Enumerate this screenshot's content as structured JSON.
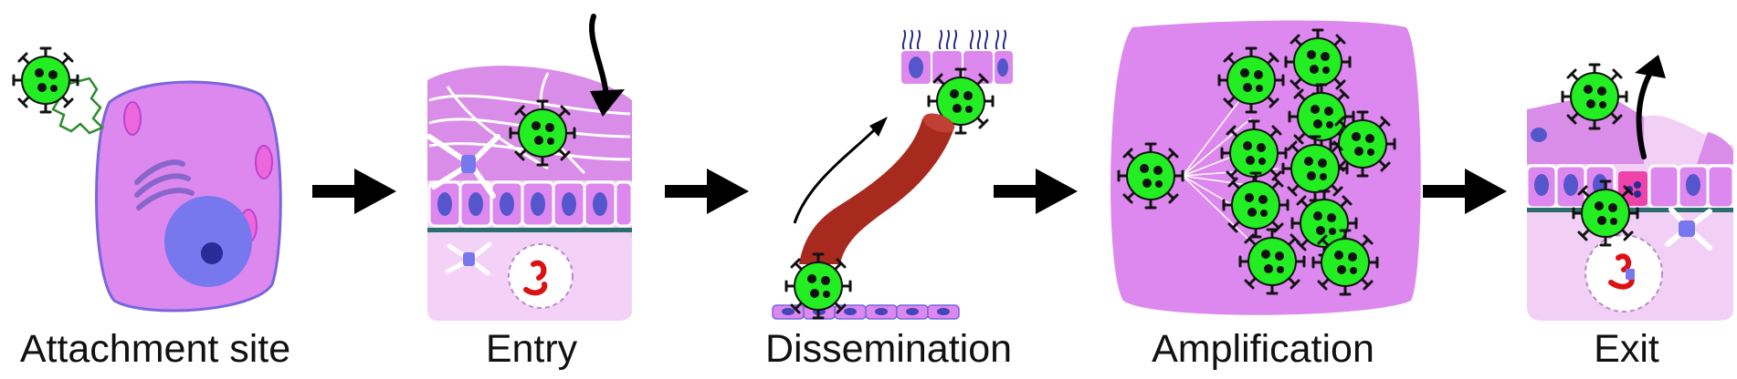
{
  "stages": [
    {
      "id": "attachment",
      "label": "Attachment site"
    },
    {
      "id": "entry",
      "label": "Entry"
    },
    {
      "id": "dissemination",
      "label": "Dissemination"
    },
    {
      "id": "amplification",
      "label": "Amplification"
    },
    {
      "id": "exit",
      "label": "Exit"
    }
  ],
  "colors": {
    "virus_body": "#22ee22",
    "virus_spike": "#111111",
    "cell_pink": "#dd88ee",
    "cell_border": "#7766dd",
    "nucleus": "#7777ee",
    "tissue_light": "#f2d0f5",
    "vessel": "#a82a1e",
    "receptor_green": "#2e8b2e",
    "arrow": "#000000",
    "red_cell": "#dd1111",
    "cytokine_pink": "#ee44aa"
  }
}
